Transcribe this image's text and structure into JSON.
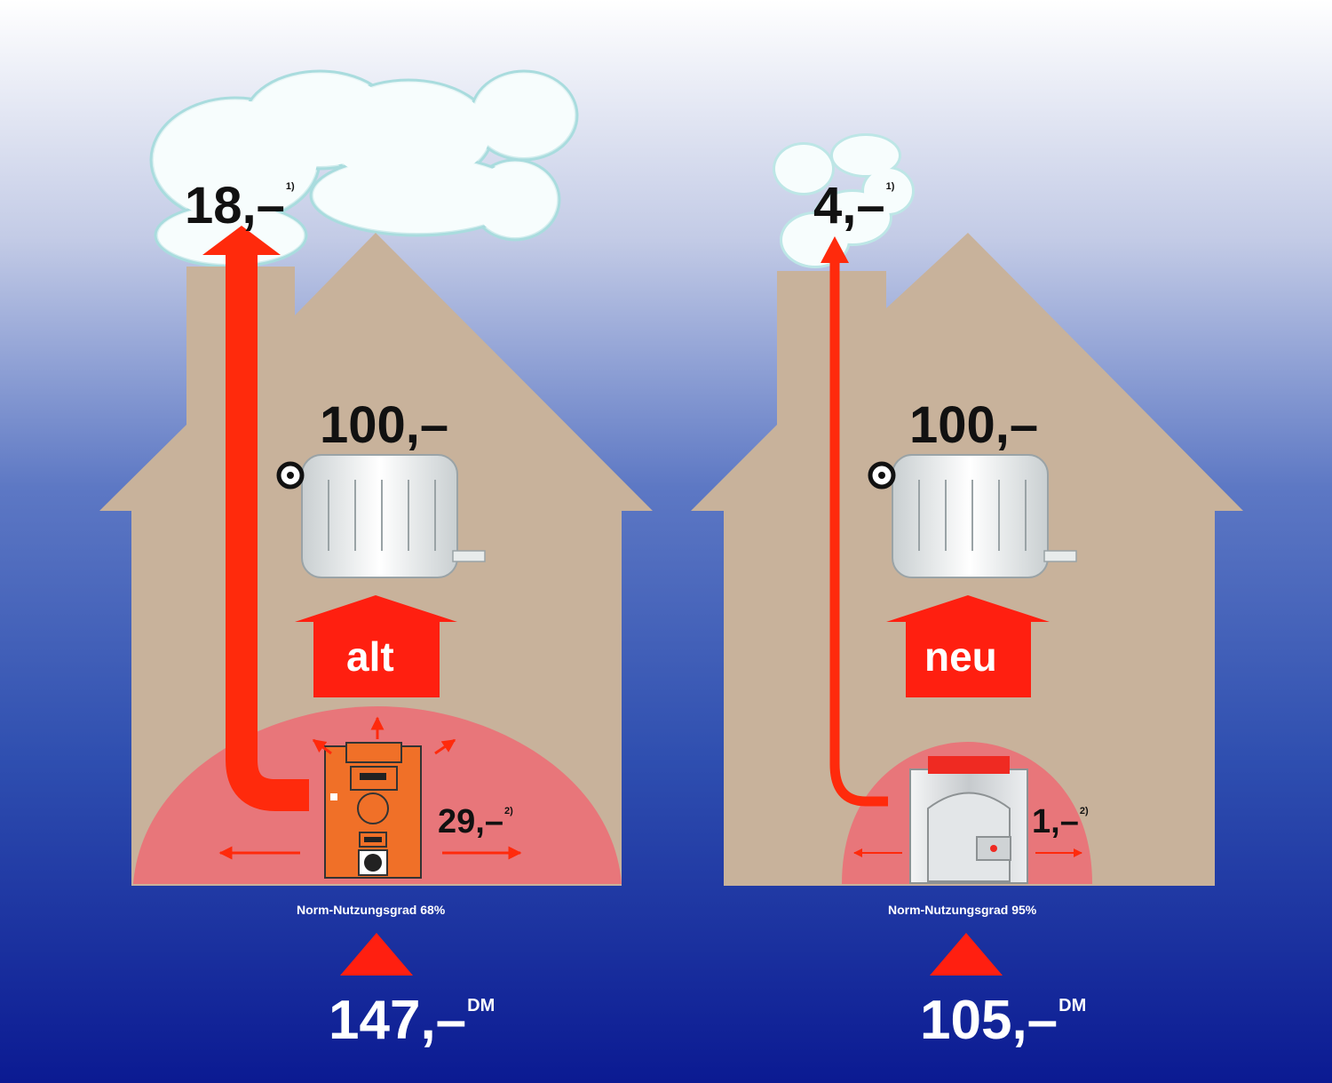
{
  "colors": {
    "sky_top": "#ffffff",
    "sky_mid": "#6e86c9",
    "sky_bottom": "#0d1c96",
    "house": "#c8b29b",
    "heat_zone": "#e8767a",
    "arrow_red": "#ff2a0c",
    "old_boiler": "#f07028",
    "new_boiler": "#d9dcdf"
  },
  "left_house": {
    "flue_loss": "18,–",
    "flue_loss_note": "1)",
    "heat_delivered": "100,–",
    "boiler_tag": "alt",
    "standby_loss": "29,–",
    "standby_loss_note": "2)",
    "efficiency_label": "Norm-Nutzungsgrad 68%",
    "total_cost": "147,–",
    "total_currency": "DM"
  },
  "right_house": {
    "flue_loss": "4,–",
    "flue_loss_note": "1)",
    "heat_delivered": "100,–",
    "boiler_tag": "neu",
    "standby_loss": "1,–",
    "standby_loss_note": "2)",
    "efficiency_label": "Norm-Nutzungsgrad 95%",
    "total_cost": "105,–",
    "total_currency": "DM"
  }
}
